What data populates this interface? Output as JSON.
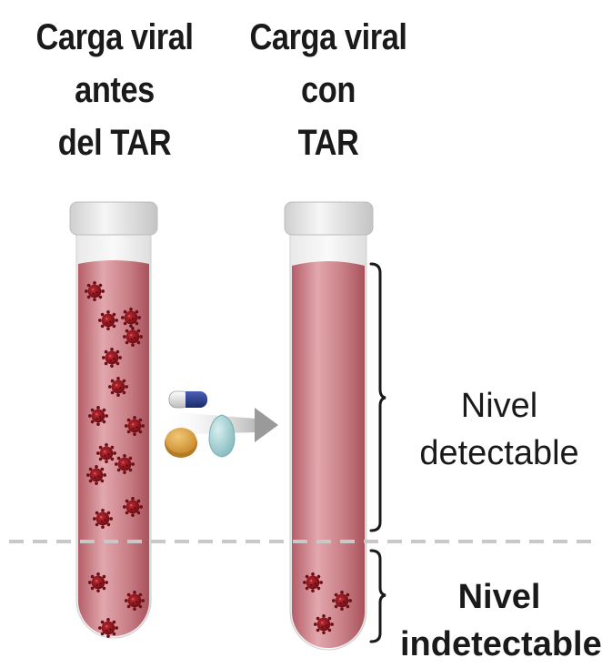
{
  "headings": {
    "before": [
      "Carga viral",
      "antes",
      "del TAR"
    ],
    "with": [
      "Carga viral",
      "con",
      "TAR"
    ]
  },
  "levels": {
    "detectable": [
      "Nivel",
      "detectable"
    ],
    "undetectable": [
      "Nivel",
      "indetectable"
    ]
  },
  "colors": {
    "blood": "#c97f86",
    "blood_dark": "#b05a64",
    "virus": "#9c1a22",
    "virus_dark": "#5a0a10",
    "cap": "#e6e6e6",
    "threshold_line": "#c8c8c8",
    "arrow": "#9a9a9a",
    "capsule_blue": "#2a3d8f",
    "pill_orange": "#e1a94c",
    "pill_teal": "#a8d3d6"
  },
  "icons": [
    "test-tube-icon",
    "virus-icon",
    "capsule-icon",
    "tablet-icon",
    "pill-icon",
    "arrow-icon",
    "bracket-icon"
  ]
}
